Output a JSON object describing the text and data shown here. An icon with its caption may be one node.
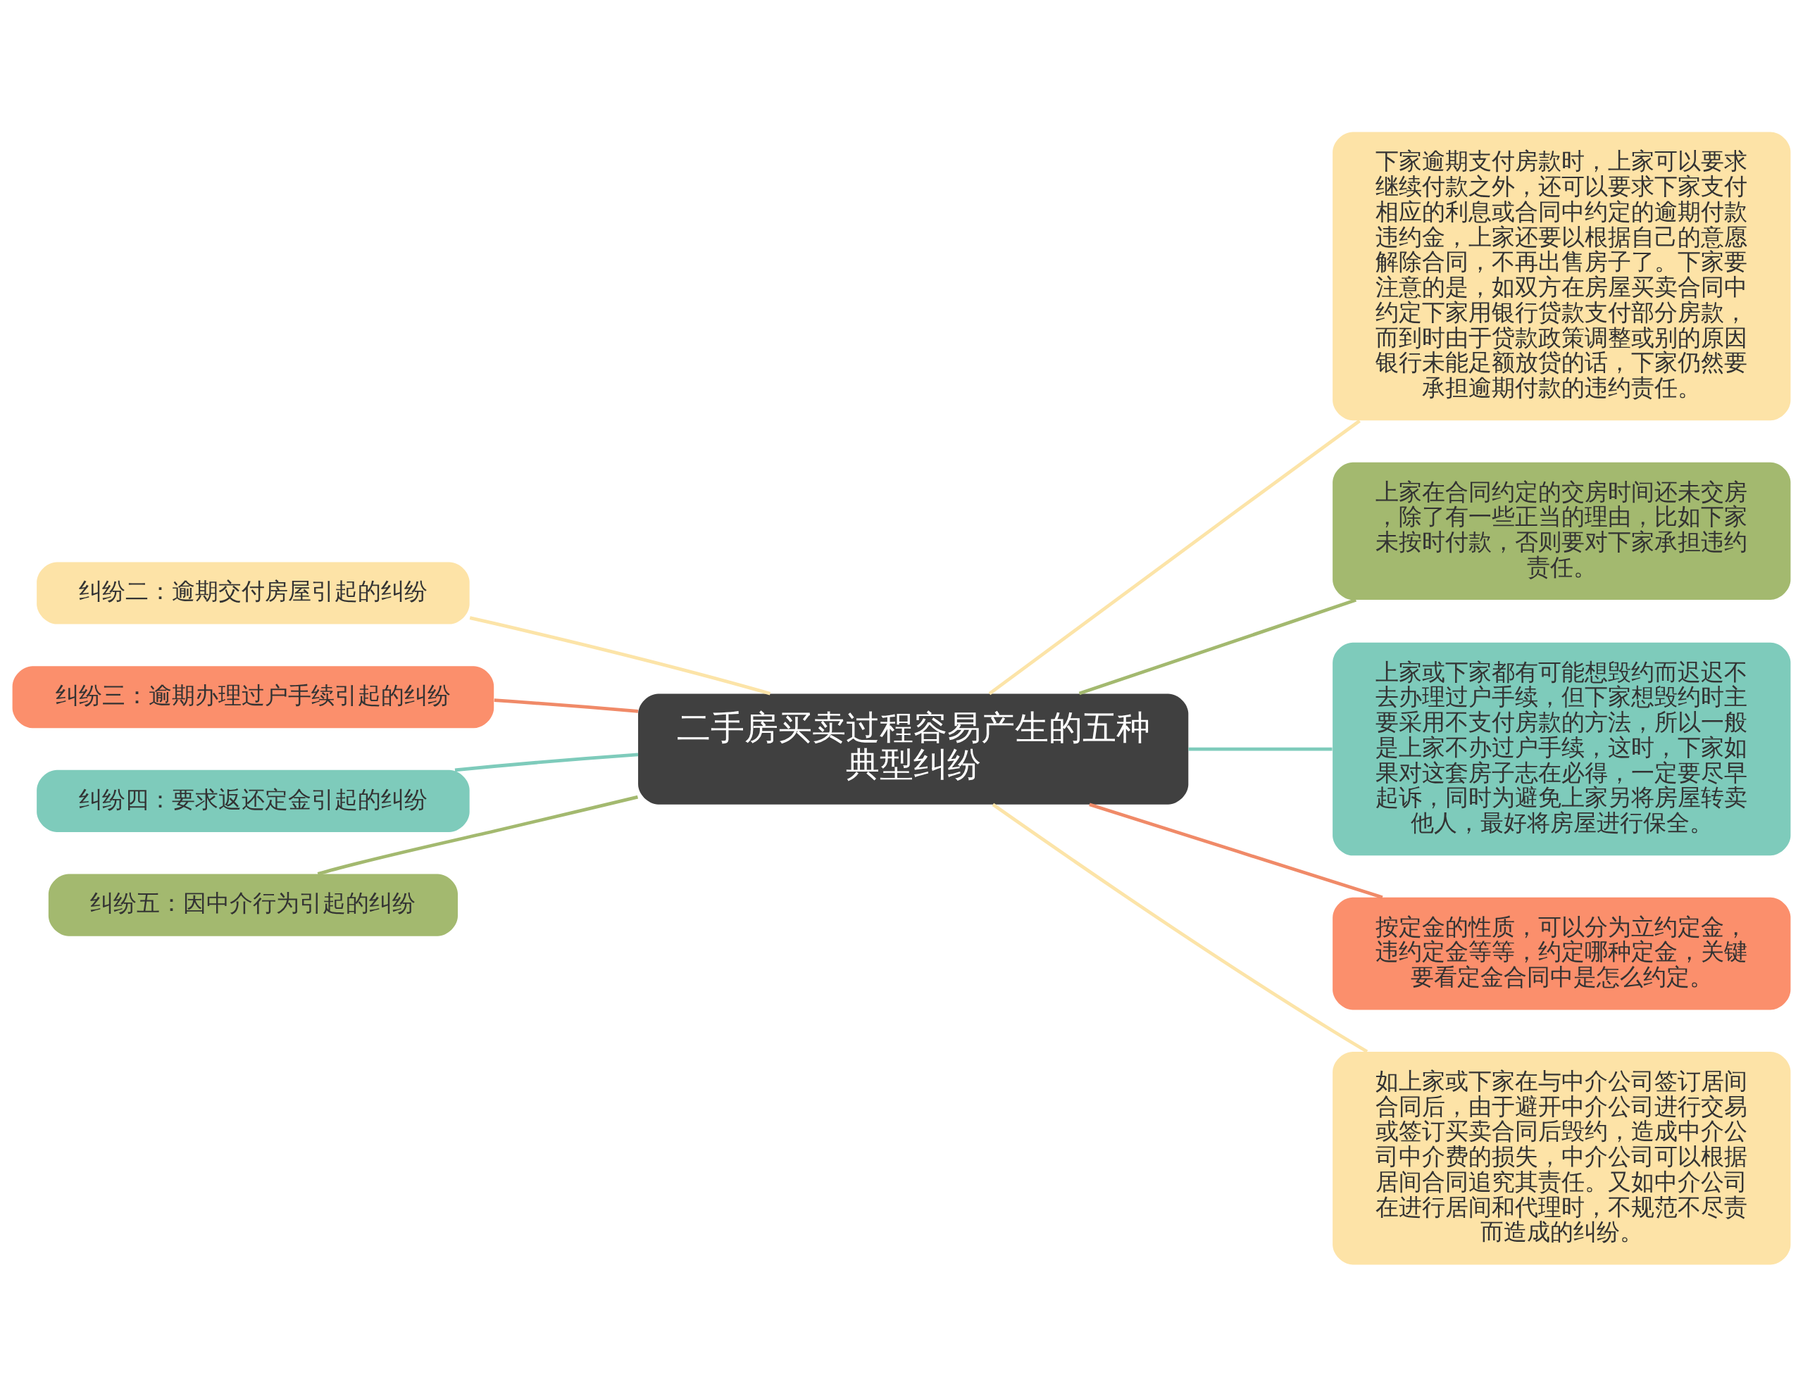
{
  "diagram": {
    "nodes": [
      {
        "text": [
          "二手房买卖过程容易产生的五种典型纠纷"
        ]
      },
      {
        "text": [
          "下家逾期支付房款时，上家可以要求继续付款之外，还可以要求下家支付相应的利息或合同中约定的逾期付款违约金，上家还要以根据自己的意愿解除合同，不再出售房子了。下家要注意的是，如双方在房屋买卖合同中约定下家用银行贷款支付部分房款，而到时由于贷款政策调整或别的原因银行未能足额放贷的话，下家仍然要承担逾期付款的违约责任。"
        ]
      },
      {
        "text": [
          "上家在合同约定的交房时间还未交房，除了有一些正当的理由，比如下家未按时付款，否则要对下家承担违约责任。"
        ]
      },
      {
        "text": [
          "上家或下家都有可能想毁约而迟迟不去办理过户手续，但下家想毁约时主要采用不支付房款的方法，所以一般是上家不办过户手续，这时，下家如果对这套房子志在必得，一定要尽早起诉，同时为避免上家另将房屋转卖他人，最好将房屋进行保全。"
        ]
      },
      {
        "text": [
          "按定金的性质，可以分为立约定金，违约定金等等，约定哪种定金，关键要看定金合同中是怎么约定。"
        ]
      },
      {
        "text": [
          "如上家或下家在与中介公司签订居间合同后，由于避开中介公司进行交易或签订买卖合同后毁约，造成中介公司中介费的损失，中介公司可以根据居间合同追究其责任。又如中介公司在进行居间和代理时，不规范不尽责而造成的纠纷。"
        ]
      },
      {
        "text": [
          "纠纷二：逾期交付房屋引起的纠纷"
        ]
      },
      {
        "text": [
          "纠纷三：逾期办理过户手续引起的纠纷"
        ]
      },
      {
        "text": [
          "纠纷四：要求返还定金引起的纠纷"
        ]
      },
      {
        "text": [
          "纠纷五：因中介行为引起的纠纷"
        ]
      }
    ],
    "edges": [
      {
        "from": 0,
        "to": 1,
        "arrow": "none",
        "color": "#fce4a8"
      },
      {
        "from": 0,
        "to": 2,
        "arrow": "none",
        "color": "#a3b96f"
      },
      {
        "from": 0,
        "to": 3,
        "arrow": "none",
        "color": "#7ecbbb"
      },
      {
        "from": 0,
        "to": 4,
        "arrow": "none",
        "color": "#f08a68"
      },
      {
        "from": 0,
        "to": 5,
        "arrow": "none",
        "color": "#fce4a8"
      },
      {
        "from": 0,
        "to": 6,
        "arrow": "none",
        "color": "#fce4a8"
      },
      {
        "from": 0,
        "to": 7,
        "arrow": "none",
        "color": "#f08a68"
      },
      {
        "from": 0,
        "to": 8,
        "arrow": "none",
        "color": "#7ecbbb"
      },
      {
        "from": 0,
        "to": 9,
        "arrow": "none",
        "color": "#a3b96f"
      }
    ]
  }
}
